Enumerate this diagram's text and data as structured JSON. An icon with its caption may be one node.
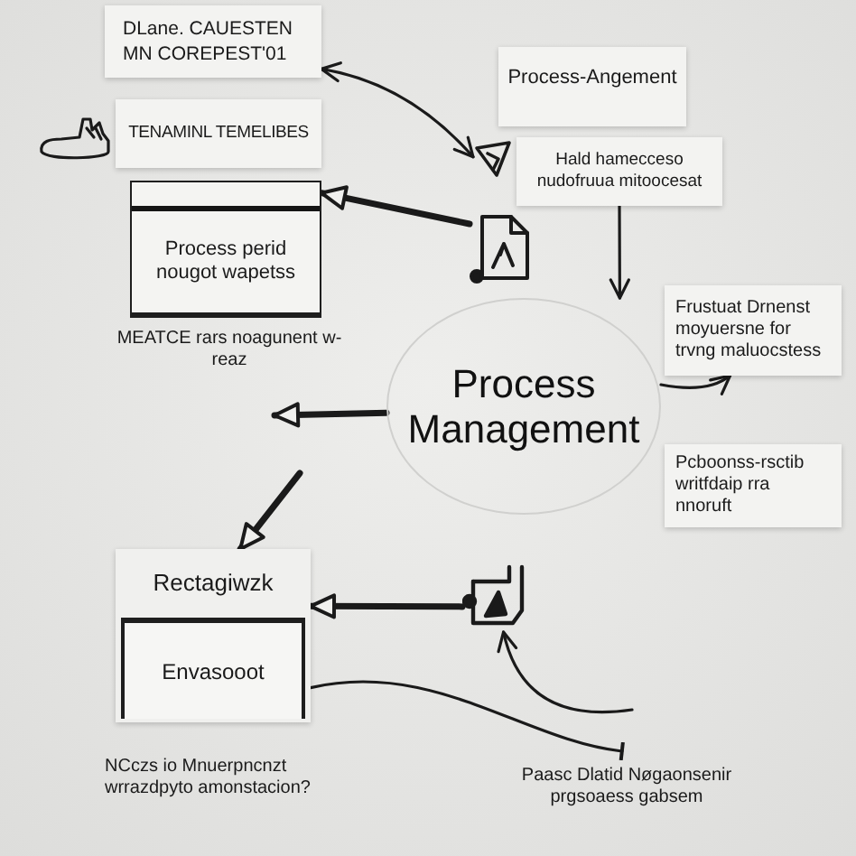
{
  "diagram": {
    "nodes": [
      {
        "text": [
          "DLane. CAUESTEN MN COREPEST'01"
        ]
      },
      {
        "text": [
          "Process-Angement"
        ]
      },
      {
        "text": [
          "TENAMINL TEMELIBES"
        ]
      },
      {
        "text": [],
        "shape": "picture"
      },
      {
        "text": [
          "Hald hamecceso nudofruua mitoocesat"
        ]
      },
      {
        "text": [
          "Process perid nougot wapetss"
        ]
      },
      {
        "text": [],
        "shape": "picture"
      },
      {
        "text": [
          "Frustuat Drnenst moyuersne for trvng maluocstess"
        ]
      },
      {
        "text": [
          "Process Management"
        ]
      },
      {
        "text": [
          "Pcboonss-rsctib writfdaip rra nnoruft"
        ]
      },
      {
        "text": [
          "Rectagiwzk",
          "Envasooot"
        ]
      },
      {
        "text": [],
        "shape": "picture"
      },
      {
        "text": [
          "Paasc Dlatid Nøgaonsenir prgsoaess gabsem"
        ]
      }
    ],
    "edges": [
      {
        "from": 0,
        "to": 3,
        "arrow": "both"
      },
      {
        "from": 6,
        "to": 5,
        "arrow": "to",
        "style": "thick"
      },
      {
        "from": 4,
        "to": 8,
        "arrow": "to"
      },
      {
        "from": 8,
        "to": 7,
        "arrow": "to"
      },
      {
        "from": 8,
        "to": null,
        "arrow": "to",
        "style": "thick"
      },
      {
        "from": null,
        "to": 10,
        "arrow": "to",
        "style": "thick"
      },
      {
        "from": 11,
        "to": 10,
        "arrow": "to",
        "style": "thick"
      },
      {
        "from": 10,
        "to": 12,
        "arrow": "other"
      },
      {
        "from": null,
        "to": 11,
        "arrow": "to"
      }
    ],
    "labels": [
      "MEATCE rars noagunent w-reaz",
      "NCczs io Mnuerpncnzt wrrazdpyto amonstacion?"
    ]
  }
}
